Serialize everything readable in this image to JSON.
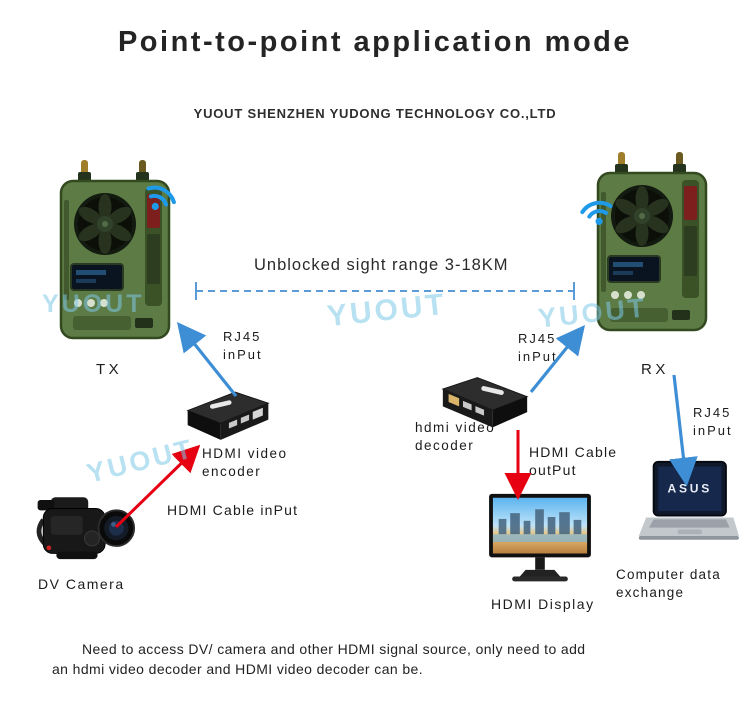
{
  "colors": {
    "arrow-blue": "#3e8ed6",
    "arrow-red": "#e60012",
    "dash-blue": "#5b9bd5",
    "wifi-blue": "#1e9ae8",
    "watermark": "rgba(125,200,232,0.55)",
    "device-green": "#5d7b45"
  },
  "header": {
    "title": "Point-to-point application mode",
    "subtitle": "YUOUT SHENZHEN YUDONG TECHNOLOGY CO.,LTD"
  },
  "diagram": {
    "range_label": "Unblocked sight range 3-18KM",
    "tx": {
      "label": "TX",
      "rj45_label": "RJ45\ninPut"
    },
    "rx": {
      "label": "RX",
      "rj45_label": "RJ45\ninPut",
      "rj45_pc_label": "RJ45\ninPut"
    },
    "encoder": {
      "label": "HDMI video\nencoder",
      "cable_label": "HDMI Cable inPut"
    },
    "decoder": {
      "label": "hdmi video\ndecoder",
      "cable_label": "HDMI Cable\noutPut"
    },
    "camera_label": "DV Camera",
    "display_label": "HDMI Display",
    "laptop": {
      "label": "Computer data\nexchange",
      "brand": "ASUS"
    }
  },
  "watermark_text": "YUOUT",
  "footer_text": "Need to access DV/ camera and other HDMI signal source, only need to add\nan hdmi video decoder and HDMI video decoder can be."
}
